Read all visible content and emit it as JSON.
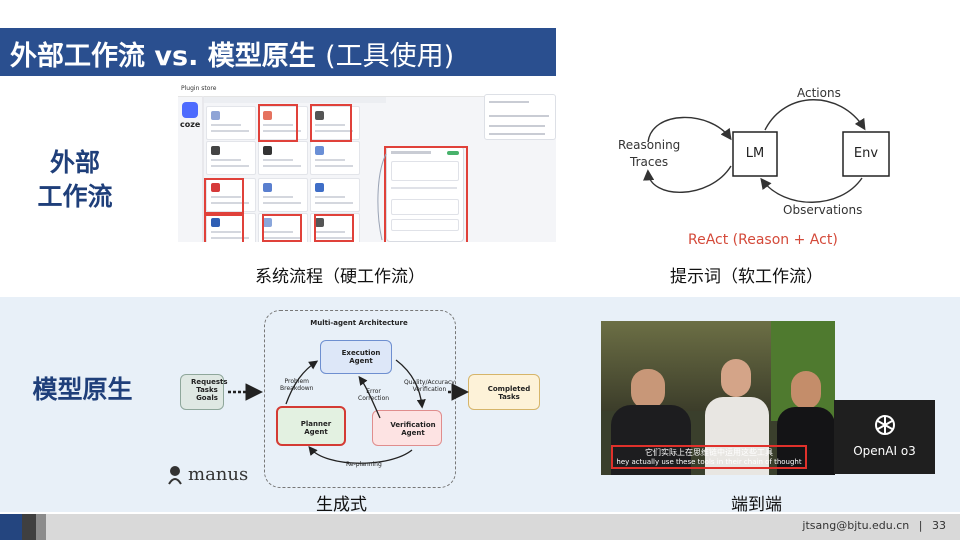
{
  "title": {
    "bold": "外部工作流 vs. 模型原生",
    "light": "(工具使用)"
  },
  "labels": {
    "external_workflow": "外部\n工作流",
    "model_native": "模型原生"
  },
  "captions": {
    "system_flow": "系统流程（硬工作流）",
    "prompt": "提示词（软工作流）",
    "generative": "生成式",
    "end_to_end": "端到端"
  },
  "coze": {
    "brand": "coze",
    "plugin_title": "Plugin store"
  },
  "react": {
    "actions": "Actions",
    "reasoning": "Reasoning",
    "traces": "Traces",
    "lm": "LM",
    "env": "Env",
    "observations": "Observations",
    "caption": "ReAct (Reason + Act)"
  },
  "manus": {
    "arch_title": "Multi-agent Architecture",
    "requests": "Requests\nTasks\nGoals",
    "execution": "Execution\nAgent",
    "planner": "Planner\nAgent",
    "verification": "Verification\nAgent",
    "completed": "Completed\nTasks",
    "problem_breakdown": "Problem\nBreakdown",
    "error_correction": "Error\nCorrection",
    "quality_verification": "Quality/Accuracy\nVerification",
    "replanning": "Re-planning",
    "brand": "manus"
  },
  "video": {
    "subtitle_cn": "它们实际上在思维链中运用这些工具",
    "subtitle_en": "hey actually use these tools in their chain of thought",
    "openai": "OpenAI o3"
  },
  "footer": {
    "email": "jtsang@bjtu.edu.cn",
    "separator": "|",
    "page": "33"
  }
}
